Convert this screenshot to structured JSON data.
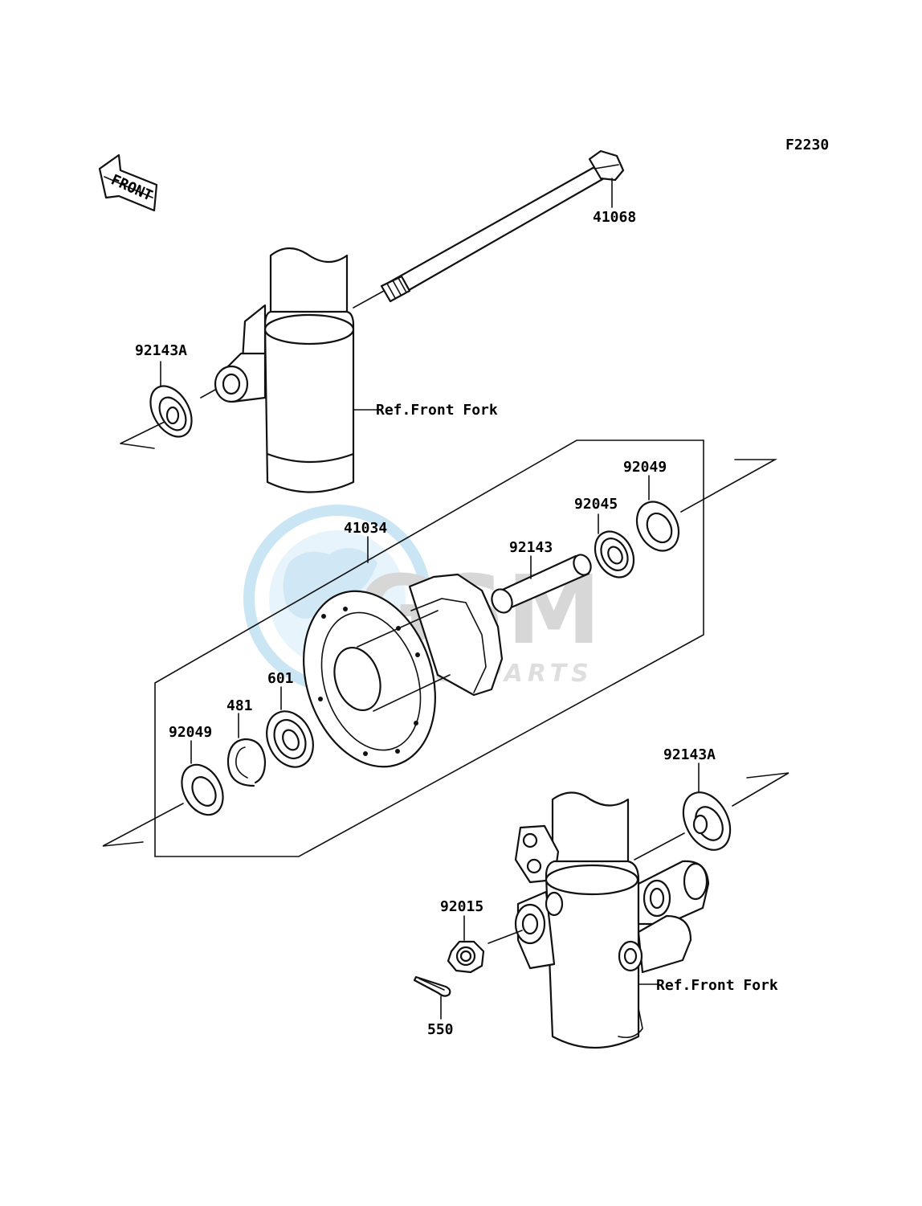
{
  "figure_code": "F2230",
  "direction_label": "FRONT",
  "watermark": {
    "brand": "GSM",
    "subtitle": "MOTORPARTS",
    "color": "#4fa8d8"
  },
  "labels": {
    "axle": "41068",
    "left_collar": "92143A",
    "ref_front_fork_upper": "Ref.Front Fork",
    "right_seal": "92049",
    "right_bearing": "92045",
    "spacer": "92143",
    "hub": "41034",
    "left_bearing": "601",
    "circlip": "481",
    "left_seal": "92049",
    "right_collar": "92143A",
    "nut": "92015",
    "cotter_pin": "550",
    "ref_front_fork_lower": "Ref.Front Fork"
  }
}
